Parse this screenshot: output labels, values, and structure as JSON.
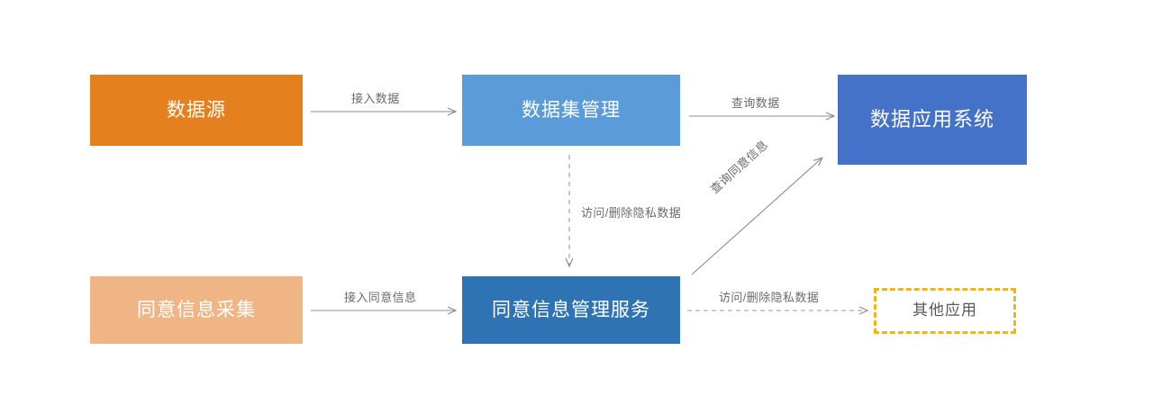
{
  "diagram": {
    "title_visible": false,
    "background": "#ffffff",
    "nodes": [
      {
        "id": "data-source",
        "label": "数据源",
        "color": "#e5801f",
        "text_color": "#ffffff",
        "style": "solid"
      },
      {
        "id": "dataset-mgmt",
        "label": "数据集管理",
        "color": "#5b9bd9",
        "text_color": "#ffffff",
        "style": "solid"
      },
      {
        "id": "data-app-system",
        "label": "数据应用系统",
        "color": "#4472c9",
        "text_color": "#ffffff",
        "style": "solid"
      },
      {
        "id": "consent-collect",
        "label": "同意信息采集",
        "color": "#f0b584",
        "text_color": "#ffffff",
        "style": "solid"
      },
      {
        "id": "consent-mgmt-service",
        "label": "同意信息管理服务",
        "color": "#2e74b5",
        "text_color": "#ffffff",
        "style": "solid"
      },
      {
        "id": "other-apps",
        "label": "其他应用",
        "color": "#ffffff",
        "text_color": "#595959",
        "border_color": "#f5b316",
        "style": "dashed"
      }
    ],
    "edges": [
      {
        "id": "ingest-data",
        "label": "接入数据",
        "from": "data-source",
        "to": "dataset-mgmt",
        "line": "solid",
        "color": "#8c8c8c"
      },
      {
        "id": "query-data",
        "label": "查询数据",
        "from": "dataset-mgmt",
        "to": "data-app-system",
        "line": "solid",
        "color": "#8c8c8c"
      },
      {
        "id": "access-delete-privacy-top",
        "label": "访问/删除隐私数据",
        "from": "dataset-mgmt",
        "to": "consent-mgmt-service",
        "line": "dashed",
        "color": "#8c8c8c"
      },
      {
        "id": "query-consent-info",
        "label": "查询同意信息",
        "from": "consent-mgmt-service",
        "to": "data-app-system",
        "line": "solid",
        "color": "#8c8c8c"
      },
      {
        "id": "ingest-consent-info",
        "label": "接入同意信息",
        "from": "consent-collect",
        "to": "consent-mgmt-service",
        "line": "solid",
        "color": "#8c8c8c"
      },
      {
        "id": "access-delete-privacy-bottom",
        "label": "访问/删除隐私数据",
        "from": "consent-mgmt-service",
        "to": "other-apps",
        "line": "dashed",
        "color": "#8c8c8c"
      }
    ]
  }
}
